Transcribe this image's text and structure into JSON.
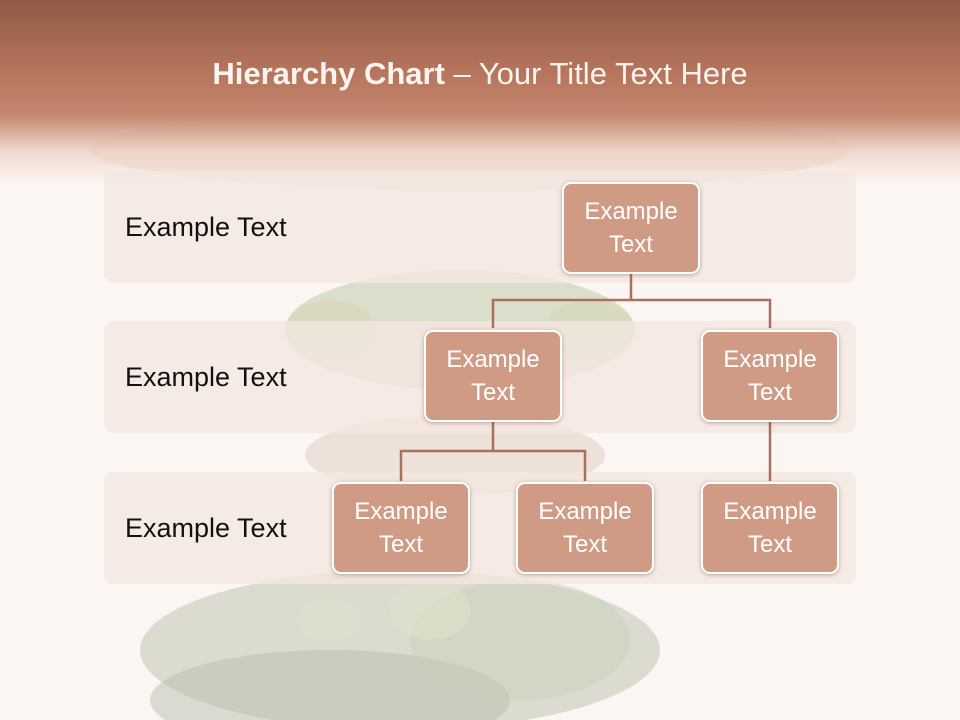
{
  "slide": {
    "title_bold": "Hierarchy Chart",
    "title_rest": " – Your Title Text Here"
  },
  "rows": [
    {
      "label": "Example Text"
    },
    {
      "label": "Example Text"
    },
    {
      "label": "Example Text"
    }
  ],
  "nodes": {
    "root": {
      "line1": "Example",
      "line2": "Text"
    },
    "mid_left": {
      "line1": "Example",
      "line2": "Text"
    },
    "mid_right": {
      "line1": "Example",
      "line2": "Text"
    },
    "leaf_1": {
      "line1": "Example",
      "line2": "Text"
    },
    "leaf_2": {
      "line1": "Example",
      "line2": "Text"
    },
    "leaf_3": {
      "line1": "Example",
      "line2": "Text"
    }
  },
  "colors": {
    "header": "#b5745c",
    "node_fill": "#cf9b85",
    "connector": "#a8715c",
    "band": "#f3e6e0"
  }
}
